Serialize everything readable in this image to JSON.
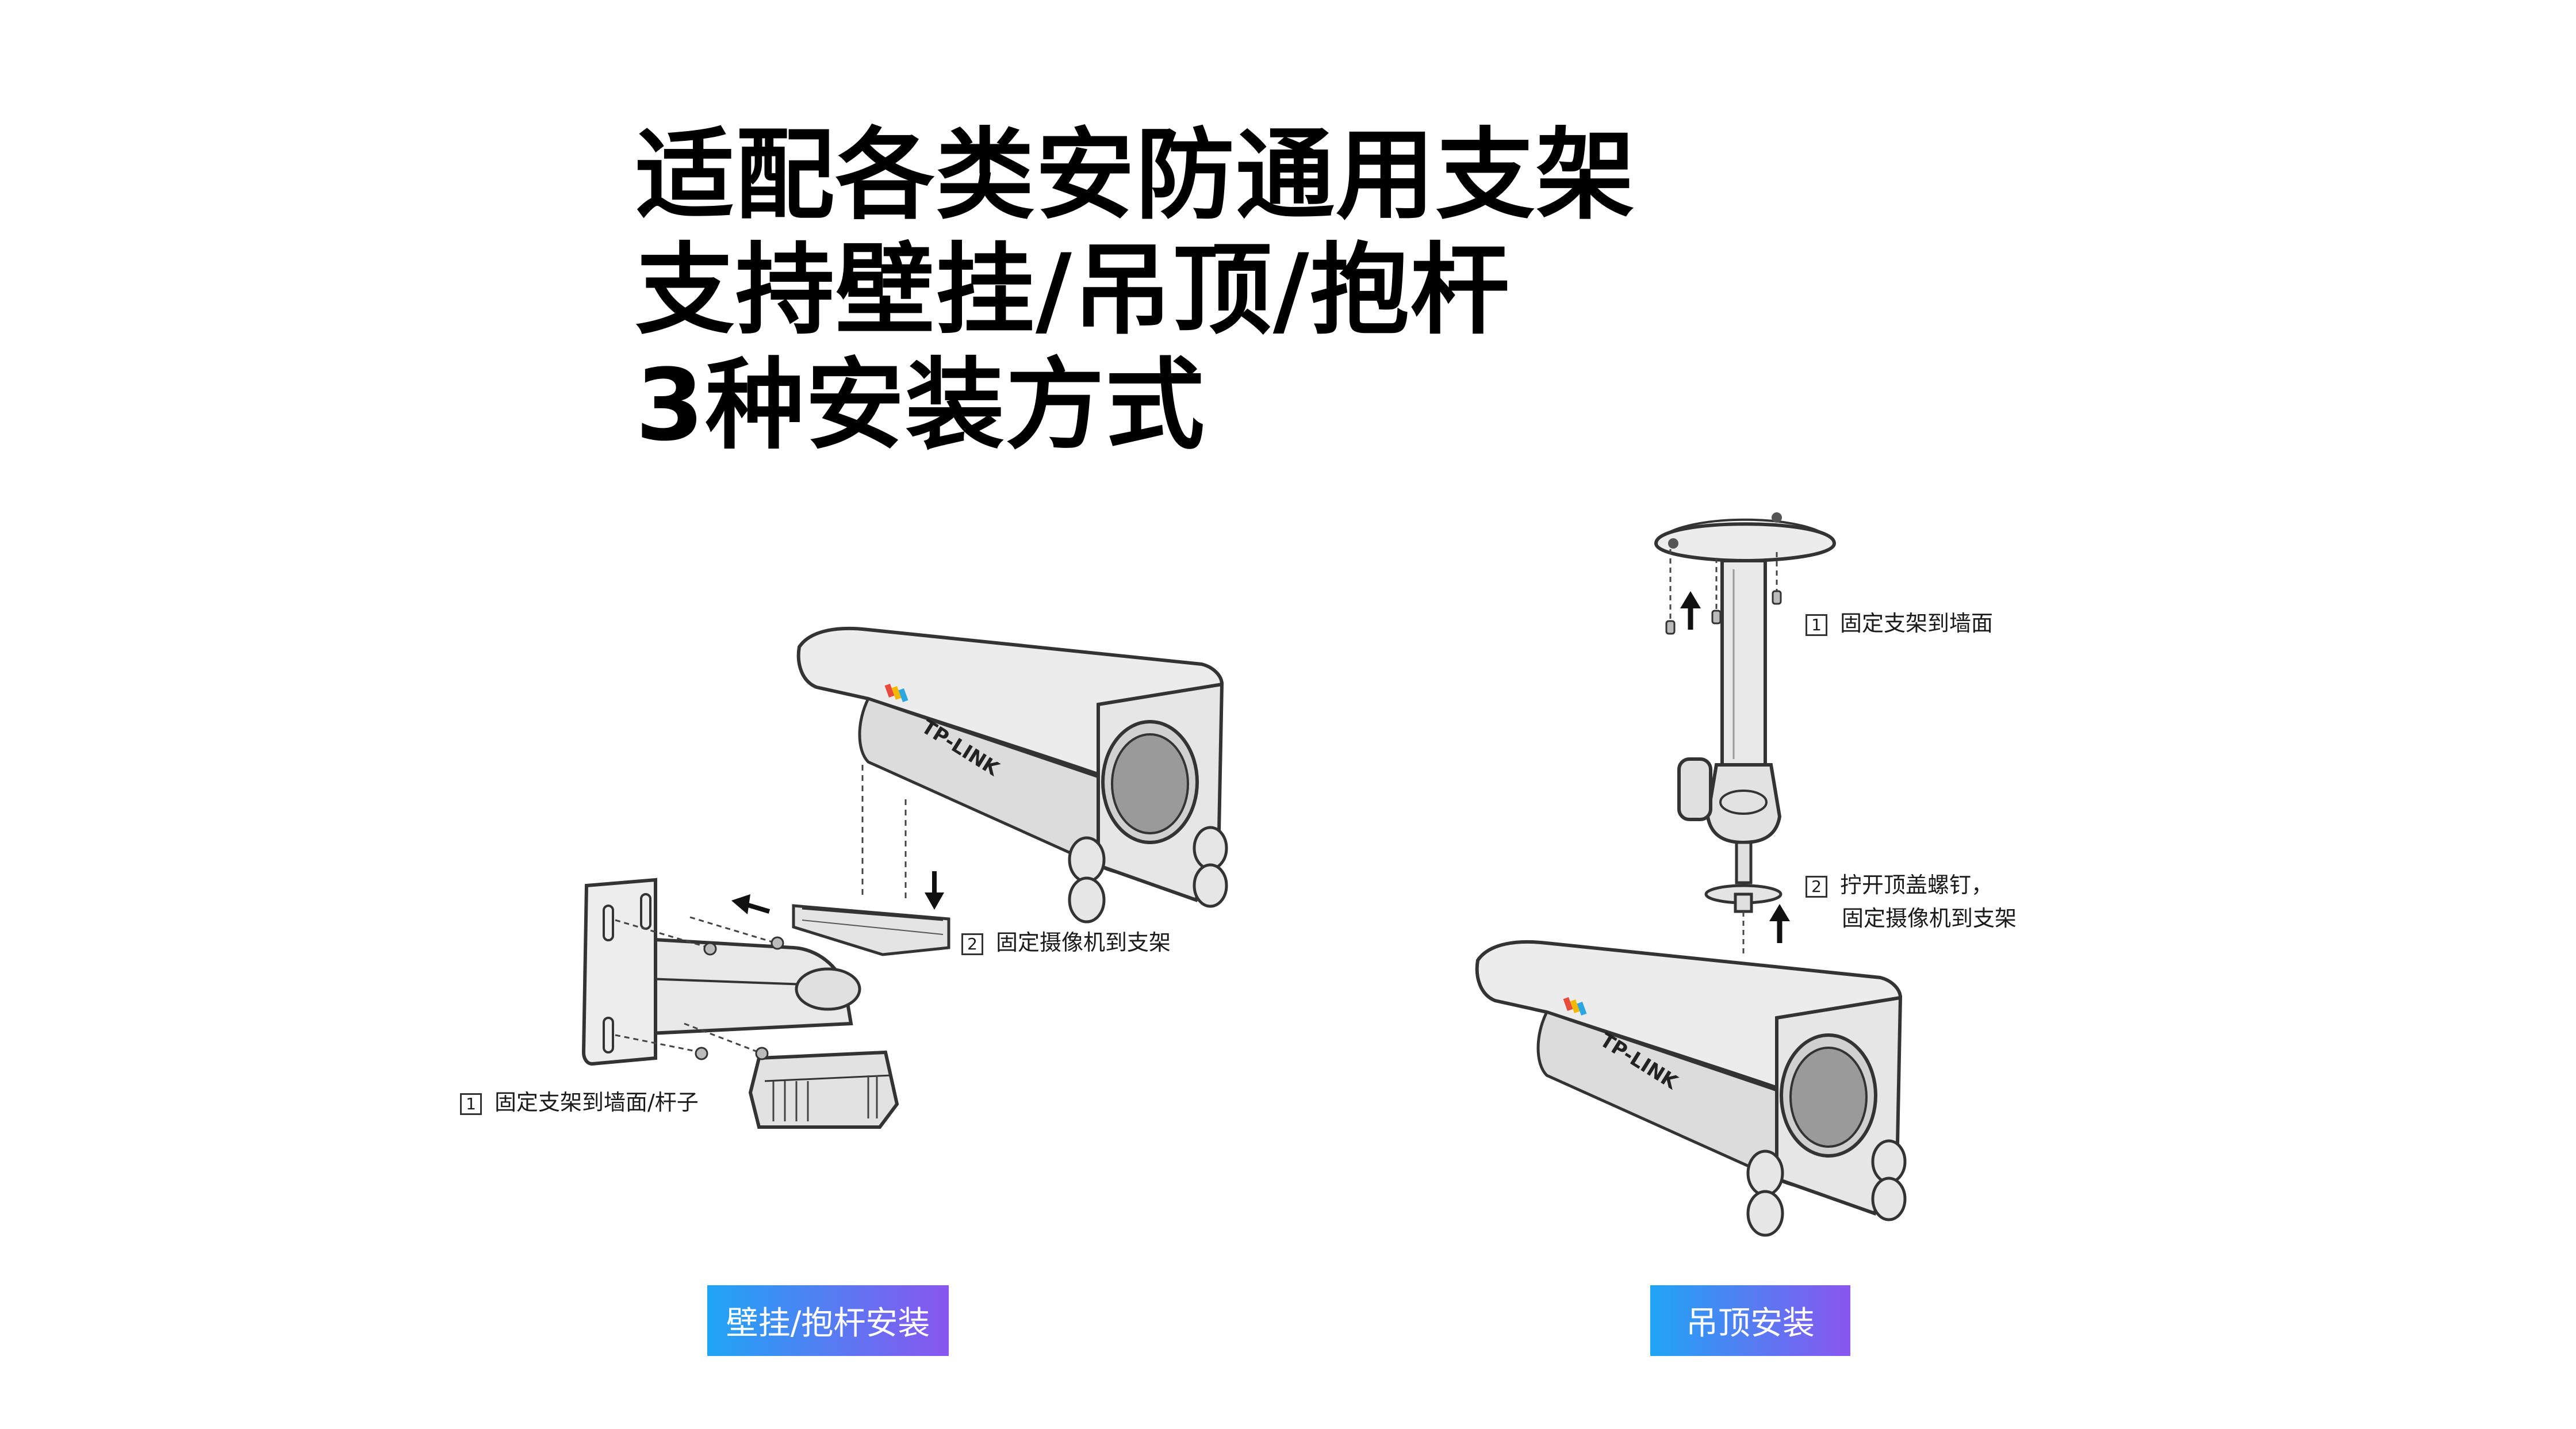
{
  "headline": {
    "line1": "适配各类安防通用支架",
    "line2": "支持壁挂/吊顶/抱杆",
    "line3": "3种安装方式"
  },
  "left_diagram": {
    "step1": {
      "num": "1",
      "text": "固定支架到墙面/杆子"
    },
    "step2": {
      "num": "2",
      "text": "固定摄像机到支架"
    },
    "camera_brand": "TP-LINK",
    "label": "壁挂/抱杆安装"
  },
  "right_diagram": {
    "step1": {
      "num": "1",
      "text": "固定支架到墙面"
    },
    "step2": {
      "num": "2",
      "text_line1": "拧开顶盖螺钉，",
      "text_line2": "固定摄像机到支架"
    },
    "camera_brand": "TP-LINK",
    "label": "吊顶安装"
  },
  "colors": {
    "label_gradient_start": "#1fa5f5",
    "label_gradient_end": "#8a55f0",
    "line_art": "#333333",
    "camera_fill": "#ededed",
    "lens_fill": "#9a9a9a"
  }
}
